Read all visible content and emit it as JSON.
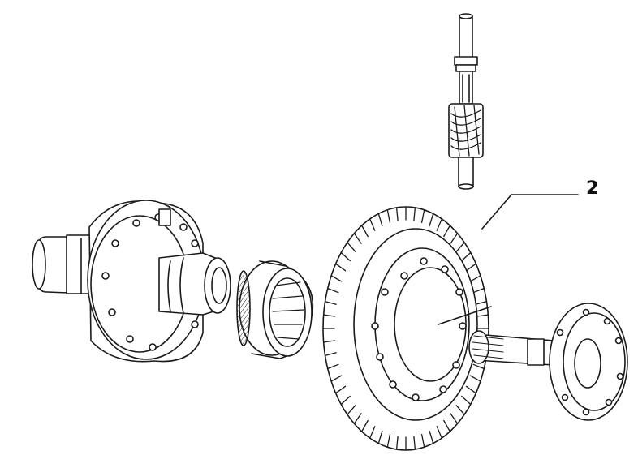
{
  "callouts": [
    {
      "label": "2"
    }
  ],
  "colors": {
    "ink": "#1a1a1a",
    "paper": "#ffffff"
  },
  "parts": [
    "pinion-shaft",
    "differential-housing",
    "bearing",
    "crown-ring-gear",
    "side-flange-shaft"
  ]
}
